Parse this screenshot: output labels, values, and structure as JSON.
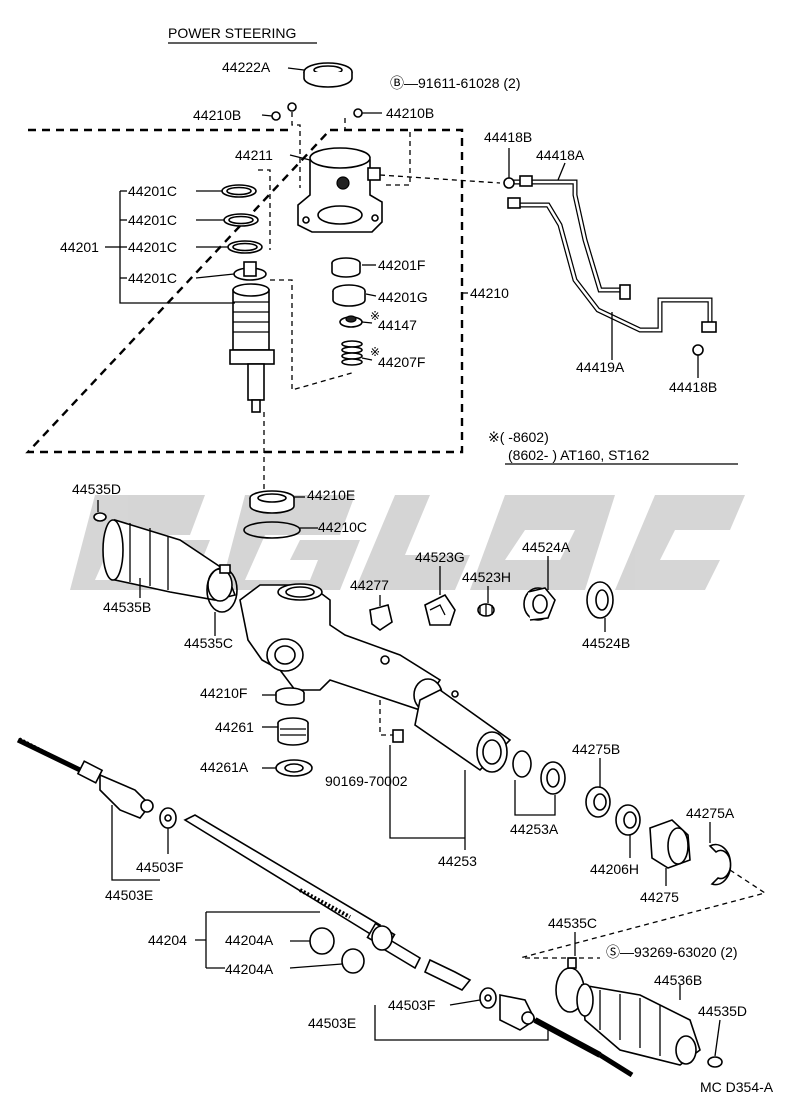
{
  "title": "POWER STEERING",
  "watermark": "GLOC",
  "drawing_code": "MC D354-A",
  "notes": {
    "period_1": "※(      -8602)",
    "period_2": "(8602-        ) AT160, ST162"
  },
  "labels": {
    "p44222A": "44222A",
    "bolt_b": "Ⓑ—91611-61028 (2)",
    "p44210B_left": "44210B",
    "p44210B_right": "44210B",
    "p44211": "44211",
    "p44201": "44201",
    "p44201C_1": "44201C",
    "p44201C_2": "44201C",
    "p44201C_3": "44201C",
    "p44201C_4": "44201C",
    "p44201F": "44201F",
    "p44201G": "44201G",
    "p44147": "44147",
    "p44207F": "44207F",
    "p44210": "44210",
    "p44418B_top": "44418B",
    "p44418A": "44418A",
    "p44419A": "44419A",
    "p44418B_bottom": "44418B",
    "p44535D_left": "44535D",
    "p44535B": "44535B",
    "p44535C_left": "44535C",
    "p44210E": "44210E",
    "p44210C": "44210C",
    "p44277": "44277",
    "p44523G": "44523G",
    "p44523H": "44523H",
    "p44524A": "44524A",
    "p44524B": "44524B",
    "p44210F": "44210F",
    "p44261": "44261",
    "p44261A": "44261A",
    "p90169": "90169-70002",
    "p44253A": "44253A",
    "p44253": "44253",
    "p44275B": "44275B",
    "p44206H": "44206H",
    "p44275": "44275",
    "p44275A": "44275A",
    "p44503F_left": "44503F",
    "p44503E_left": "44503E",
    "p44204": "44204",
    "p44204A_1": "44204A",
    "p44204A_2": "44204A",
    "p44535C_right": "44535C",
    "screw_s": "Ⓢ—93269-63020 (2)",
    "p44536B": "44536B",
    "p44535D_right": "44535D",
    "p44503F_right": "44503F",
    "p44503E_right": "44503E"
  }
}
